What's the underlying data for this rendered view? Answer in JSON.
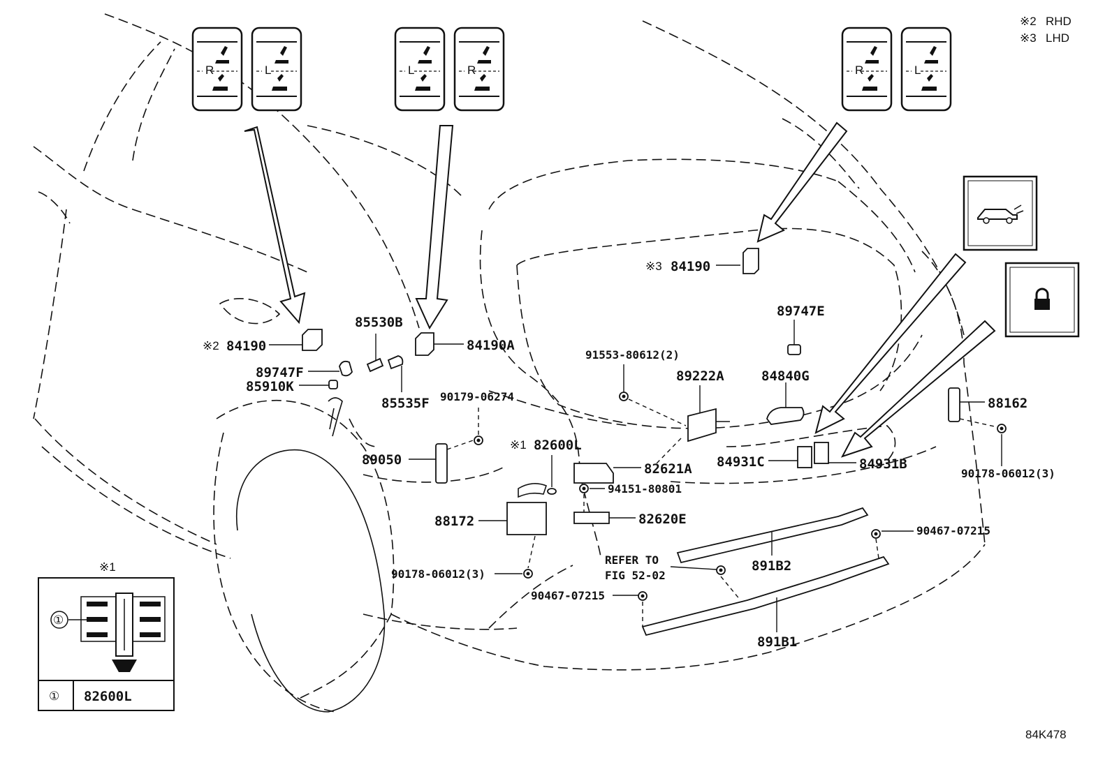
{
  "legend": {
    "rhd": {
      "mark": "※2",
      "text": "RHD"
    },
    "lhd": {
      "mark": "※3",
      "text": "LHD"
    }
  },
  "figure_code": "84K478",
  "switch_panels": {
    "left_pair": [
      "R",
      "L"
    ],
    "center_pair": [
      "L",
      "R"
    ],
    "right_pair": [
      "R",
      "L"
    ]
  },
  "part_labels": {
    "p84190_rhd": {
      "mark": "※2",
      "text": "84190"
    },
    "p84190_lhd": {
      "mark": "※3",
      "text": "84190"
    },
    "p89747F": "89747F",
    "p85910K": "85910K",
    "p85530B": "85530B",
    "p85535F": "85535F",
    "p84190A": "84190A",
    "p90179_06274": "90179-06274",
    "p89050": "89050",
    "p82600L": {
      "mark": "※1",
      "text": "82600L"
    },
    "p88172": "88172",
    "p90178_06012_left": "90178-06012(3)",
    "p90467_07215_left": "90467-07215",
    "p91553_80612": "91553-80612(2)",
    "p89222A": "89222A",
    "p82621A": "82621A",
    "p94151_80801": "94151-80801",
    "p82620E": "82620E",
    "p89747E": "89747E",
    "p84840G": "84840G",
    "p84931C": "84931C",
    "p84931B": "84931B",
    "p88162": "88162",
    "p90178_06012_right": "90178-06012(3)",
    "p90467_07215_right": "90467-07215",
    "p891B2": "891B2",
    "p891B1": "891B1",
    "refer_line1": "REFER TO",
    "refer_line2": "FIG 52-02"
  },
  "inset": {
    "mark": "※1",
    "callout": "①",
    "table": {
      "key": "①",
      "part": "82600L"
    }
  },
  "icons": {
    "seat_switch": "seat-recline-icon",
    "vehicle_lift": "vehicle-liftgate-icon",
    "lock": "padlock-icon"
  }
}
